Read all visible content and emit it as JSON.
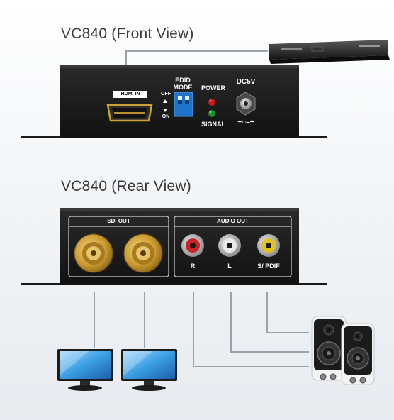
{
  "front": {
    "title": "VC840 (Front View)",
    "hdmi_label": "HDMI IN",
    "edid_label_1": "EDID",
    "edid_label_2": "MODE",
    "off_label": "OFF",
    "on_label": "ON",
    "power_label": "POWER",
    "signal_label": "SIGNAL",
    "dc_label": "DC5V",
    "polarity": "−○–+"
  },
  "rear": {
    "title": "VC840 (Rear View)",
    "sdi_label": "SDI  OUT",
    "audio_label": "AUDIO OUT",
    "r_label": "R",
    "l_label": "L",
    "spdif_label": "S/ PDIF"
  },
  "colors": {
    "unit_body": "#1c1c1c",
    "panel_line": "#cfcfcf",
    "cable": "#9aa3ab",
    "led_red": "#c41a1a",
    "led_green": "#1f8a2a",
    "rca_red": "#c8232b",
    "rca_white": "#e8e8e8",
    "rca_yellow": "#e3c21a",
    "bnc_gold": "#c9992f",
    "dip_blue": "#1e73c8"
  }
}
